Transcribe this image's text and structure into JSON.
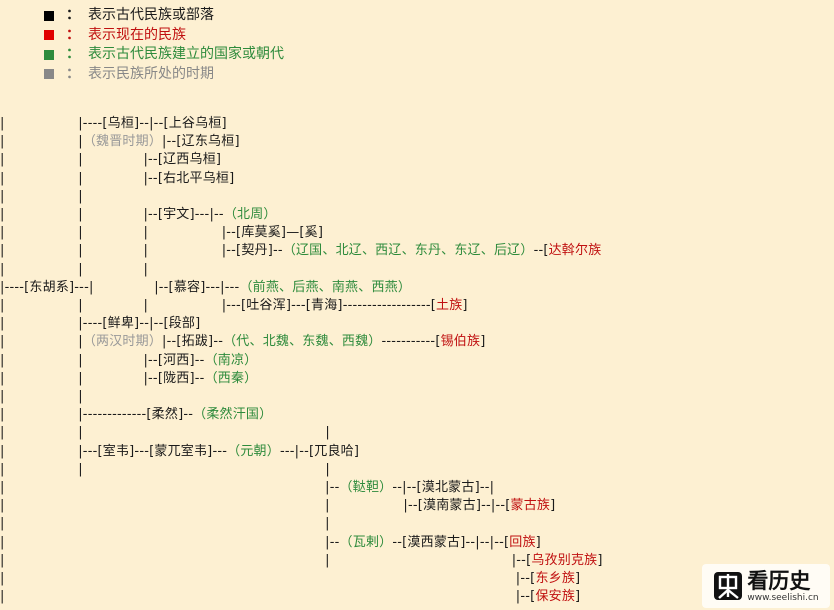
{
  "colors": {
    "black": "#000000",
    "red": "#e00000",
    "green": "#2e8b3c",
    "gray": "#888888"
  },
  "legend": [
    {
      "color": "#000000",
      "colon": "：",
      "text": "表示古代民族或部落",
      "text_color": "#1a1a1a"
    },
    {
      "color": "#e00000",
      "colon": "：",
      "text": "表示现在的民族",
      "text_color": "#c01010"
    },
    {
      "color": "#2e8b3c",
      "colon": "：",
      "text": "表示古代民族建立的国家或朝代",
      "text_color": "#2e8b3c"
    },
    {
      "color": "#888888",
      "colon": "：",
      "text": "表示民族所处的时期",
      "text_color": "#888888"
    }
  ],
  "tree_lines": [
    [
      [
        "k",
        "|                 |----[乌桓]--|--[上谷乌桓]"
      ]
    ],
    [
      [
        "k",
        "|                 |"
      ],
      [
        "gr",
        "（魏晋时期）"
      ],
      [
        "k",
        "|--[辽东乌桓]"
      ]
    ],
    [
      [
        "k",
        "|                 |              |--[辽西乌桓]"
      ]
    ],
    [
      [
        "k",
        "|                 |              |--[右北平乌桓]"
      ]
    ],
    [
      [
        "k",
        "|                 |"
      ]
    ],
    [
      [
        "k",
        "|                 |              |--[宇文]---|--"
      ],
      [
        "g",
        "（北周）"
      ]
    ],
    [
      [
        "k",
        "|                 |              |                 |--[库莫奚]—[奚]"
      ]
    ],
    [
      [
        "k",
        "|                 |              |                 |--[契丹]--"
      ],
      [
        "g",
        "（辽国、北辽、西辽、东丹、东辽、后辽）"
      ],
      [
        "k",
        "--["
      ],
      [
        "r",
        "达斡尔族"
      ]
    ],
    [
      [
        "k",
        "|                 |              |"
      ]
    ],
    [
      [
        "k",
        "|----[东胡系]---|              |--[慕容]---|---"
      ],
      [
        "g",
        "（前燕、后燕、南燕、西燕）"
      ]
    ],
    [
      [
        "k",
        "|                 |              |                 |---[吐谷浑]---[青海]------------------["
      ],
      [
        "r",
        "土族"
      ],
      [
        "k",
        "]"
      ]
    ],
    [
      [
        "k",
        "|                 |----[鲜卑]--|--[段部]"
      ]
    ],
    [
      [
        "k",
        "|                 |"
      ],
      [
        "gr",
        "（两汉时期）"
      ],
      [
        "k",
        "|--[拓跋]--"
      ],
      [
        "g",
        "（代、北魏、东魏、西魏）"
      ],
      [
        "k",
        "-----------["
      ],
      [
        "r",
        "锡伯族"
      ],
      [
        "k",
        "]"
      ]
    ],
    [
      [
        "k",
        "|                 |              |--[河西]--"
      ],
      [
        "g",
        "（南凉）"
      ]
    ],
    [
      [
        "k",
        "|                 |              |--[陇西]--"
      ],
      [
        "g",
        "（西秦）"
      ]
    ],
    [
      [
        "k",
        "|                 |"
      ]
    ],
    [
      [
        "k",
        "|                 |-------------[柔然]--"
      ],
      [
        "g",
        "（柔然汗国）"
      ]
    ],
    [
      [
        "k",
        "|                 |                                                        |"
      ]
    ],
    [
      [
        "k",
        "|                 |---[室韦]---[蒙兀室韦]---"
      ],
      [
        "g",
        "（元朝）"
      ],
      [
        "k",
        "---|--[兀良哈]"
      ]
    ],
    [
      [
        "k",
        "|                 |                                                        |"
      ]
    ],
    [
      [
        "k",
        "|                                                                          |--"
      ],
      [
        "g",
        "（鞑靼）"
      ],
      [
        "k",
        "--|--[漠北蒙古]--|"
      ]
    ],
    [
      [
        "k",
        "|                                                                          |                 |--[漠南蒙古]--|--["
      ],
      [
        "r",
        "蒙古族"
      ],
      [
        "k",
        "]"
      ]
    ],
    [
      [
        "k",
        "|                                                                          |"
      ]
    ],
    [
      [
        "k",
        "|                                                                          |--"
      ],
      [
        "g",
        "（瓦剌）"
      ],
      [
        "k",
        "--[漠西蒙古]--|--|--["
      ],
      [
        "r",
        "回族"
      ],
      [
        "k",
        "]"
      ]
    ],
    [
      [
        "k",
        "|                                                                          |                                          |--["
      ],
      [
        "r",
        "乌孜别克族"
      ],
      [
        "k",
        "]"
      ]
    ],
    [
      [
        "k",
        "|                                                                                                                      |--["
      ],
      [
        "r",
        "东乡族"
      ],
      [
        "k",
        "]"
      ]
    ],
    [
      [
        "k",
        "|                                                                                                                      |--["
      ],
      [
        "r",
        "保安族"
      ],
      [
        "k",
        "]"
      ]
    ]
  ],
  "watermark": {
    "title": "看历史",
    "url": "www.seelishi.cn"
  }
}
